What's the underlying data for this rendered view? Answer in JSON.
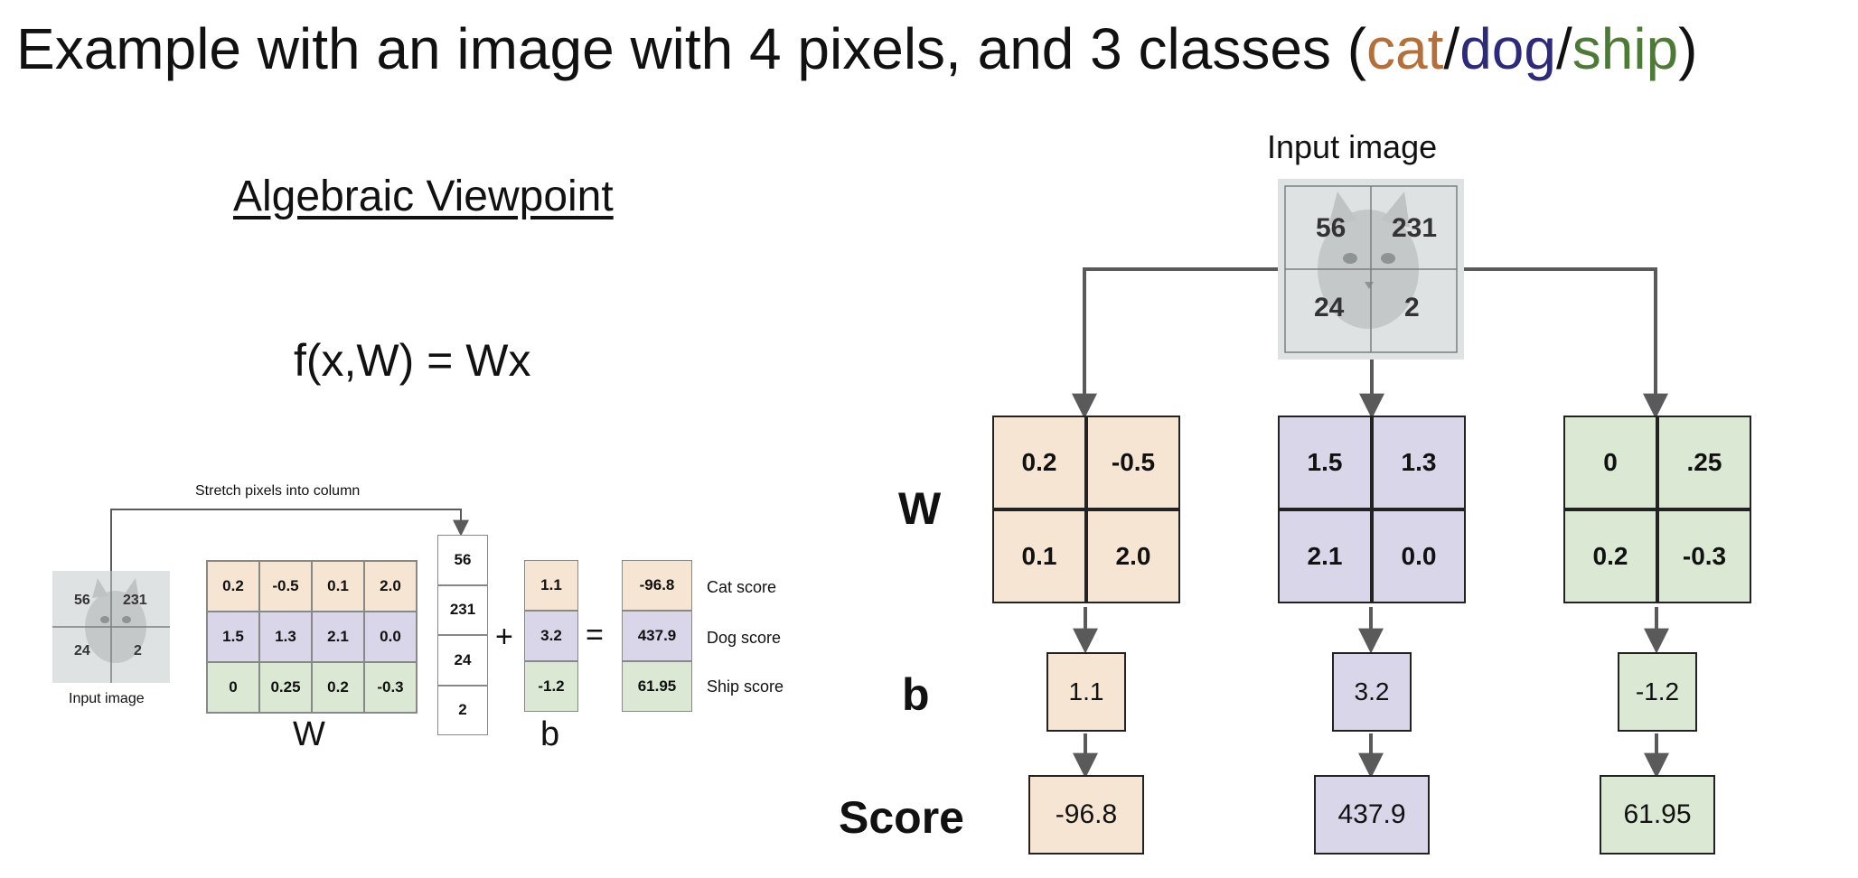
{
  "title": {
    "prefix": "Example with an image with 4 pixels, and 3 classes (",
    "cat": "cat",
    "sep1": "/",
    "dog": "dog",
    "sep2": "/",
    "ship": "ship",
    "suffix": ")"
  },
  "colors": {
    "cat": "#b5703a",
    "dog": "#2e2a7a",
    "ship": "#4e7a38",
    "cat_fill": "#f6e5d3",
    "dog_fill": "#d9d6ea",
    "ship_fill": "#dbe9d4",
    "arrow": "#5a5a5a"
  },
  "left": {
    "subtitle": "Algebraic Viewpoint",
    "formula": "f(x,W) = Wx",
    "stretch_label": "Stretch pixels into column",
    "input_label": "Input image",
    "pixels": [
      "56",
      "231",
      "24",
      "2"
    ],
    "W": [
      [
        "0.2",
        "-0.5",
        "0.1",
        "2.0"
      ],
      [
        "1.5",
        "1.3",
        "2.1",
        "0.0"
      ],
      [
        "0",
        "0.25",
        "0.2",
        "-0.3"
      ]
    ],
    "x": [
      "56",
      "231",
      "24",
      "2"
    ],
    "b": [
      "1.1",
      "3.2",
      "-1.2"
    ],
    "scores": [
      "-96.8",
      "437.9",
      "61.95"
    ],
    "row_labels": [
      "Cat score",
      "Dog score",
      "Ship score"
    ],
    "plus": "+",
    "equals": "=",
    "W_label": "W",
    "b_label": "b"
  },
  "right": {
    "input_label": "Input image",
    "pixels": [
      "56",
      "231",
      "24",
      "2"
    ],
    "W_label": "W",
    "b_label": "b",
    "score_label": "Score",
    "classes": [
      {
        "W": [
          "0.2",
          "-0.5",
          "0.1",
          "2.0"
        ],
        "b": "1.1",
        "score": "-96.8"
      },
      {
        "W": [
          "1.5",
          "1.3",
          "2.1",
          "0.0"
        ],
        "b": "3.2",
        "score": "437.9"
      },
      {
        "W": [
          "0",
          ".25",
          "0.2",
          "-0.3"
        ],
        "b": "-1.2",
        "score": "61.95"
      }
    ]
  }
}
